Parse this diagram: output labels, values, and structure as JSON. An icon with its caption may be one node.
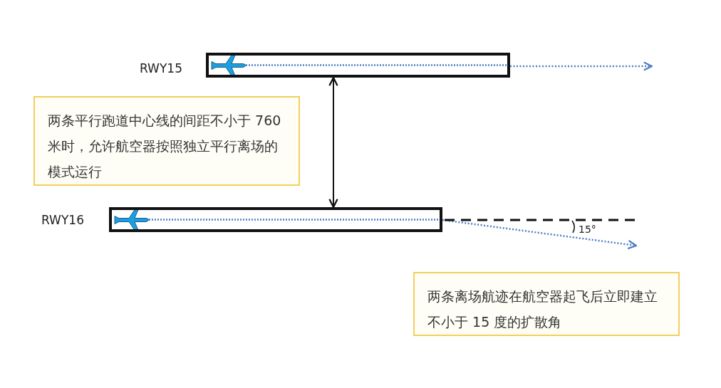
{
  "diagram": {
    "nodes": [
      {
        "text": [],
        "shape": "bar",
        "beside": [
          "RWY15"
        ]
      },
      {
        "text": [],
        "shape": "bar",
        "beside": [
          "RWY16"
        ]
      },
      {
        "text": [
          "两条平行跑道中心线的间距不小于 760 米时，允许航空器按照独立平行离场的模式运行"
        ]
      },
      {
        "text": [
          "两条离场航迹在航空器起飞后立即建立不小于 15 度的扩散角"
        ]
      }
    ],
    "edges": [
      {
        "from": 0,
        "to": 1,
        "arrow": "both",
        "color": "#111111"
      },
      {
        "from": 0,
        "to": null,
        "arrow": "to",
        "style": "dashed",
        "color": "#4f7fc4"
      },
      {
        "from": 1,
        "to": null,
        "arrow": "to",
        "style": "dashed",
        "color": "#4f7fc4"
      }
    ],
    "labels": [
      "15°"
    ]
  }
}
